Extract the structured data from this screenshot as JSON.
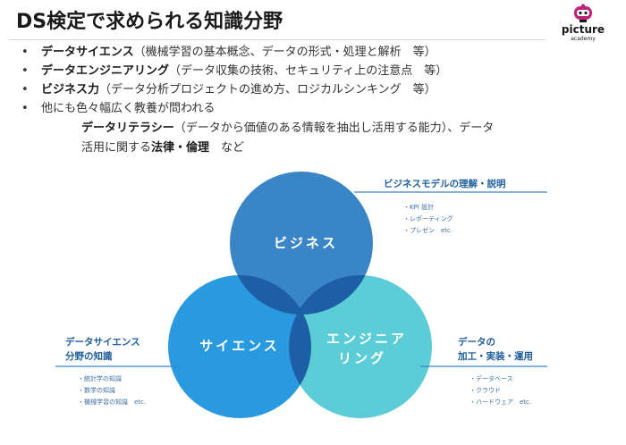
{
  "title": "DS検定で求められる知識分野",
  "logo": {
    "word": "picture",
    "sub": "academy"
  },
  "bullets": [
    {
      "bold": "データサイエンス",
      "rest": "（機械学習の基本概念、データの形式・処理と解析　等）"
    },
    {
      "bold": "データエンジニアリング",
      "rest": "（データ収集の技術、セキュリティ上の注意点　等）"
    },
    {
      "bold": "ビジネス力",
      "rest": "（データ分析プロジェクトの進め方、ロジカルシンキング　等）"
    },
    {
      "bold": "",
      "rest": "他にも色々幅広く教養が問われる"
    }
  ],
  "sub_bullet": {
    "bold1": "データリテラシー",
    "text1": "（データから価値のある情報を抽出し活用する能力）、データ",
    "text2": "活用に関する",
    "bold2": "法律・倫理",
    "text3": "　など"
  },
  "venn": {
    "colors": {
      "business": "#3a85c6",
      "science": "#2a9ae0",
      "engineering": "#5ccdd6",
      "overlap": "#1d5fa6"
    },
    "business": {
      "label": "ビジネス",
      "callout_title": "ビジネスモデルの理解・説明",
      "items": [
        "・KPI 設計",
        "・レポーティング",
        "・プレゼン　etc."
      ]
    },
    "science": {
      "label": "サイエンス",
      "callout_title1": "データサイエンス",
      "callout_title2": "分野の知識",
      "items": [
        "・統計学の知識",
        "・数学の知識",
        "・機械学習の知識　etc."
      ]
    },
    "engineering": {
      "label1": "エンジニア",
      "label2": "リング",
      "callout_title1": "データの",
      "callout_title2": "加工・実装・運用",
      "items": [
        "・データベース",
        "・クラウド",
        "・ハードウェア　etc."
      ]
    }
  }
}
